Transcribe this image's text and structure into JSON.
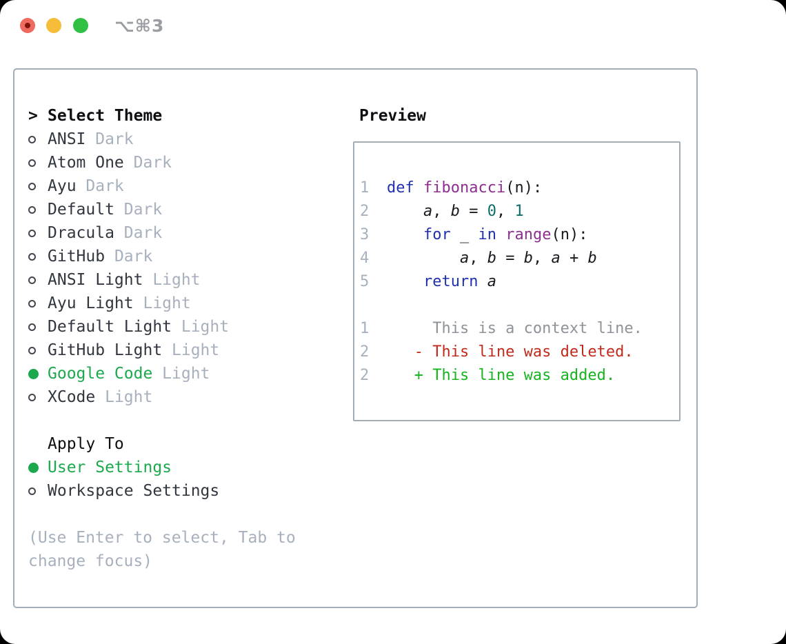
{
  "window": {
    "shortcut": "⌥⌘3"
  },
  "theme_selector": {
    "prompt": ">",
    "header": "Select Theme",
    "items": [
      {
        "name": "ANSI",
        "variant": "Dark",
        "selected": false
      },
      {
        "name": "Atom One",
        "variant": "Dark",
        "selected": false
      },
      {
        "name": "Ayu",
        "variant": "Dark",
        "selected": false
      },
      {
        "name": "Default",
        "variant": "Dark",
        "selected": false
      },
      {
        "name": "Dracula",
        "variant": "Dark",
        "selected": false
      },
      {
        "name": "GitHub",
        "variant": "Dark",
        "selected": false
      },
      {
        "name": "ANSI Light",
        "variant": "Light",
        "selected": false
      },
      {
        "name": "Ayu Light",
        "variant": "Light",
        "selected": false
      },
      {
        "name": "Default Light",
        "variant": "Light",
        "selected": false
      },
      {
        "name": "GitHub Light",
        "variant": "Light",
        "selected": false
      },
      {
        "name": "Google Code",
        "variant": "Light",
        "selected": true
      },
      {
        "name": "XCode",
        "variant": "Light",
        "selected": false
      }
    ]
  },
  "apply_to": {
    "header": "Apply To",
    "options": [
      {
        "label": "User Settings",
        "selected": true
      },
      {
        "label": "Workspace Settings",
        "selected": false
      }
    ]
  },
  "hint": "(Use Enter to select, Tab to change focus)",
  "preview": {
    "title": "Preview",
    "code_lines": [
      {
        "no": "1",
        "tokens": [
          {
            "t": "def",
            "c": "kw"
          },
          {
            "t": " ",
            "c": "pl"
          },
          {
            "t": "fibonacci",
            "c": "fn"
          },
          {
            "t": "(n):",
            "c": "pl"
          }
        ]
      },
      {
        "no": "2",
        "tokens": [
          {
            "t": "    ",
            "c": "pl"
          },
          {
            "t": "a",
            "c": "var"
          },
          {
            "t": ", ",
            "c": "pl"
          },
          {
            "t": "b",
            "c": "var"
          },
          {
            "t": " = ",
            "c": "pl"
          },
          {
            "t": "0",
            "c": "num"
          },
          {
            "t": ", ",
            "c": "pl"
          },
          {
            "t": "1",
            "c": "num"
          }
        ]
      },
      {
        "no": "3",
        "tokens": [
          {
            "t": "    ",
            "c": "pl"
          },
          {
            "t": "for",
            "c": "kw"
          },
          {
            "t": " _ ",
            "c": "pl"
          },
          {
            "t": "in",
            "c": "kw"
          },
          {
            "t": " ",
            "c": "pl"
          },
          {
            "t": "range",
            "c": "fn"
          },
          {
            "t": "(n):",
            "c": "pl"
          }
        ]
      },
      {
        "no": "4",
        "tokens": [
          {
            "t": "        ",
            "c": "pl"
          },
          {
            "t": "a",
            "c": "var"
          },
          {
            "t": ", ",
            "c": "pl"
          },
          {
            "t": "b",
            "c": "var"
          },
          {
            "t": " = ",
            "c": "pl"
          },
          {
            "t": "b",
            "c": "var"
          },
          {
            "t": ", ",
            "c": "pl"
          },
          {
            "t": "a",
            "c": "var"
          },
          {
            "t": " + ",
            "c": "pl"
          },
          {
            "t": "b",
            "c": "var"
          }
        ]
      },
      {
        "no": "5",
        "tokens": [
          {
            "t": "    ",
            "c": "pl"
          },
          {
            "t": "return",
            "c": "kw"
          },
          {
            "t": " ",
            "c": "pl"
          },
          {
            "t": "a",
            "c": "var"
          }
        ]
      }
    ],
    "diff_lines": [
      {
        "no": "1",
        "text": "     This is a context line.",
        "type": "context"
      },
      {
        "no": "2",
        "text": "   - This line was deleted.",
        "type": "deleted"
      },
      {
        "no": "2",
        "text": "   + This line was added.",
        "type": "added"
      }
    ]
  },
  "colors": {
    "selected_green": "#1ca94d",
    "muted_gray": "#a7b0bd",
    "border_gray": "#a2acb6",
    "circle_gray": "#41464e",
    "item_text": "#31363f",
    "header_text": "#0d0f12",
    "code_plain": "#17191e",
    "keyword_blue": "#2031af",
    "function_purple": "#8d2e90",
    "number_teal": "#0d6d6d",
    "diff_context": "#8e939a",
    "diff_deleted": "#c02a1b",
    "diff_added": "#16b41e",
    "close_red": "#ee6a5f",
    "close_dot": "#7f130d",
    "minimize_yellow": "#f6bd3b",
    "zoom_green": "#30c144",
    "shortcut_gray": "#9a9da1"
  }
}
